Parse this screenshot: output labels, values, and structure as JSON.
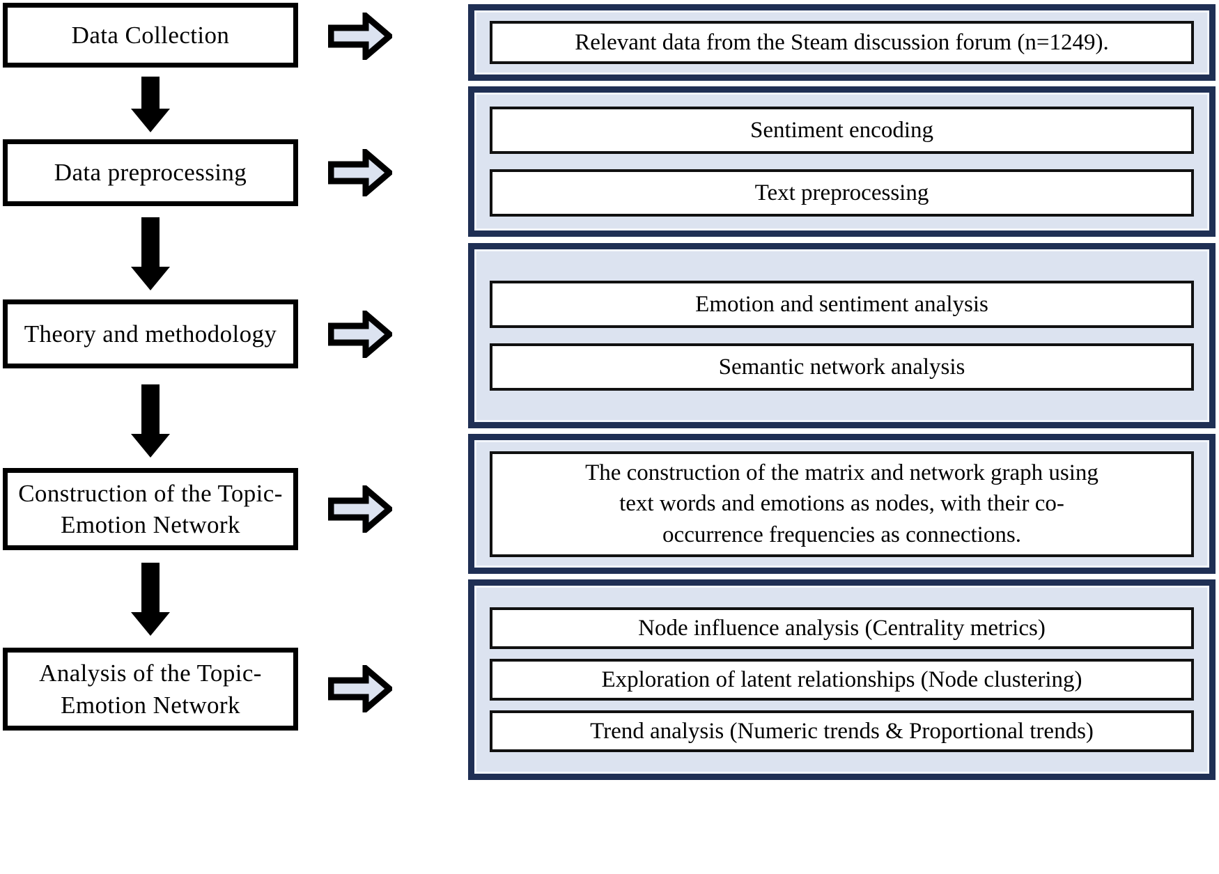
{
  "diagram": {
    "title": "Research workflow flowchart",
    "colors": {
      "panel_fill": "#dce3f0",
      "panel_border": "#1f2f54",
      "box_border": "#000000",
      "arrow_fill": "#dce3f0",
      "background": "#ffffff"
    }
  },
  "stages": [
    {
      "label": "Data Collection",
      "lines": [
        "Data Collection"
      ]
    },
    {
      "label": "Data preprocessing",
      "lines": [
        "Data preprocessing"
      ]
    },
    {
      "label": "Theory and methodology",
      "lines": [
        "Theory and methodology"
      ]
    },
    {
      "label": "Construction of the Topic-Emotion Network",
      "lines": [
        "Construction of the Topic-",
        "Emotion Network"
      ]
    },
    {
      "label": "Analysis of the Topic-Emotion Network",
      "lines": [
        "Analysis of the Topic-",
        "Emotion Network"
      ]
    }
  ],
  "connectors": {
    "down_arrow_name": "down-arrow-icon",
    "right_arrow_name": "right-arrow-icon",
    "down_arrow_count": 4,
    "right_arrow_count": 5
  },
  "panels": [
    {
      "stage": "Data Collection",
      "items": [
        {
          "lines": [
            "Relevant data from the Steam discussion forum (n=1249)."
          ]
        }
      ]
    },
    {
      "stage": "Data preprocessing",
      "items": [
        {
          "lines": [
            "Sentiment encoding"
          ]
        },
        {
          "lines": [
            "Text preprocessing"
          ]
        }
      ]
    },
    {
      "stage": "Theory and methodology",
      "items": [
        {
          "lines": [
            "Emotion and sentiment analysis"
          ]
        },
        {
          "lines": [
            "Semantic network analysis"
          ]
        }
      ]
    },
    {
      "stage": "Construction of the Topic-Emotion Network",
      "items": [
        {
          "lines": [
            "The construction of the matrix and network graph using",
            "text words and emotions as nodes, with their co-",
            "occurrence frequencies as connections."
          ]
        }
      ]
    },
    {
      "stage": "Analysis of the Topic-Emotion Network",
      "items": [
        {
          "lines": [
            "Node influence analysis (Centrality metrics)"
          ]
        },
        {
          "lines": [
            "Exploration of latent relationships (Node clustering)"
          ]
        },
        {
          "lines": [
            "Trend analysis (Numeric trends & Proportional trends)"
          ]
        }
      ]
    }
  ]
}
